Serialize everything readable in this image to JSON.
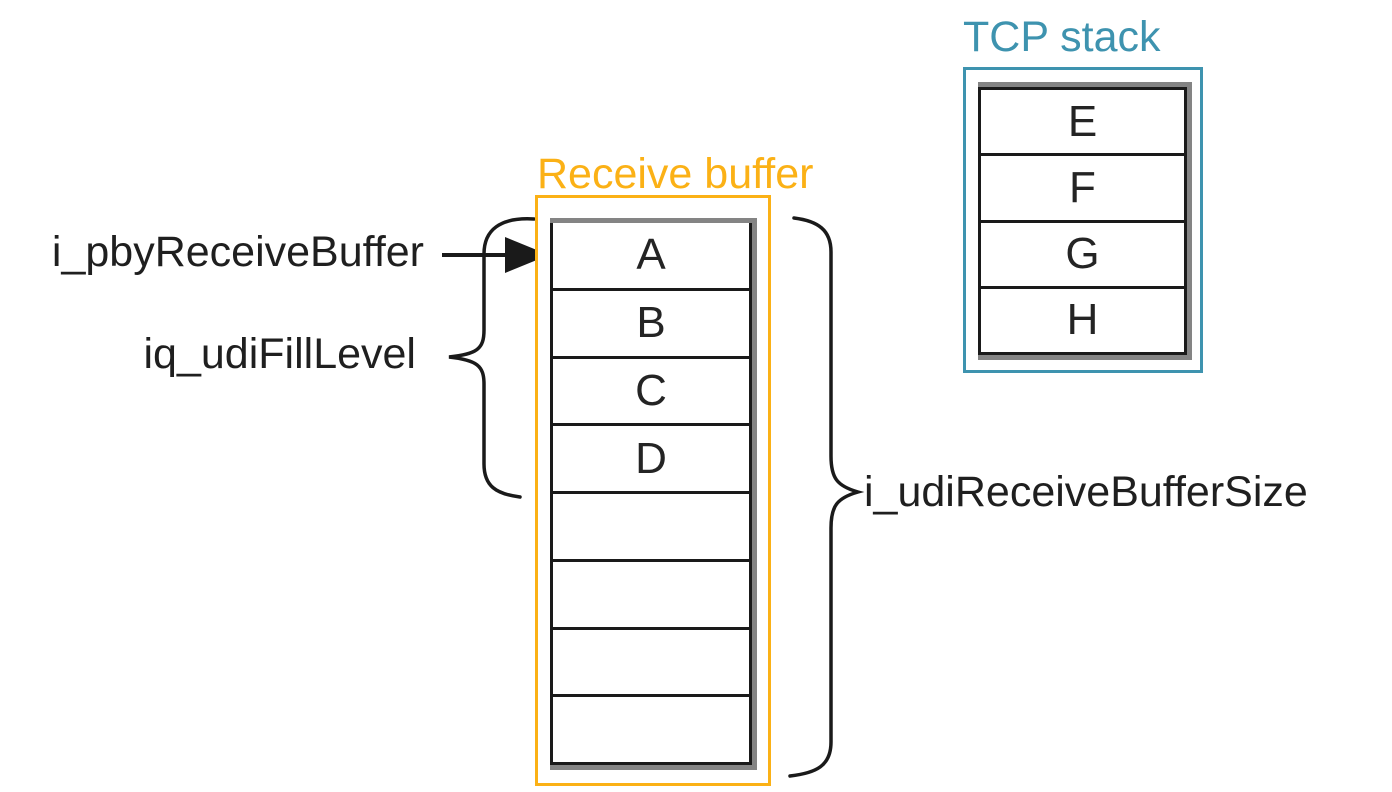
{
  "colors": {
    "background": "#ffffff",
    "buffer_accent": "#FBB116",
    "stack_accent": "#3E93AF",
    "line": "#1a1a1a",
    "shadow": "#848484",
    "text": "#1f1f1f"
  },
  "diagram": {
    "labels": {
      "pointer": "i_pbyReceiveBuffer",
      "fill_level": "iq_udiFillLevel",
      "buffer_size": "i_udiReceiveBufferSize"
    },
    "receive_buffer": {
      "title": "Receive buffer",
      "cells": [
        "A",
        "B",
        "C",
        "D",
        "",
        "",
        "",
        ""
      ]
    },
    "tcp_stack": {
      "title": "TCP stack",
      "cells": [
        "E",
        "F",
        "G",
        "H"
      ]
    }
  }
}
